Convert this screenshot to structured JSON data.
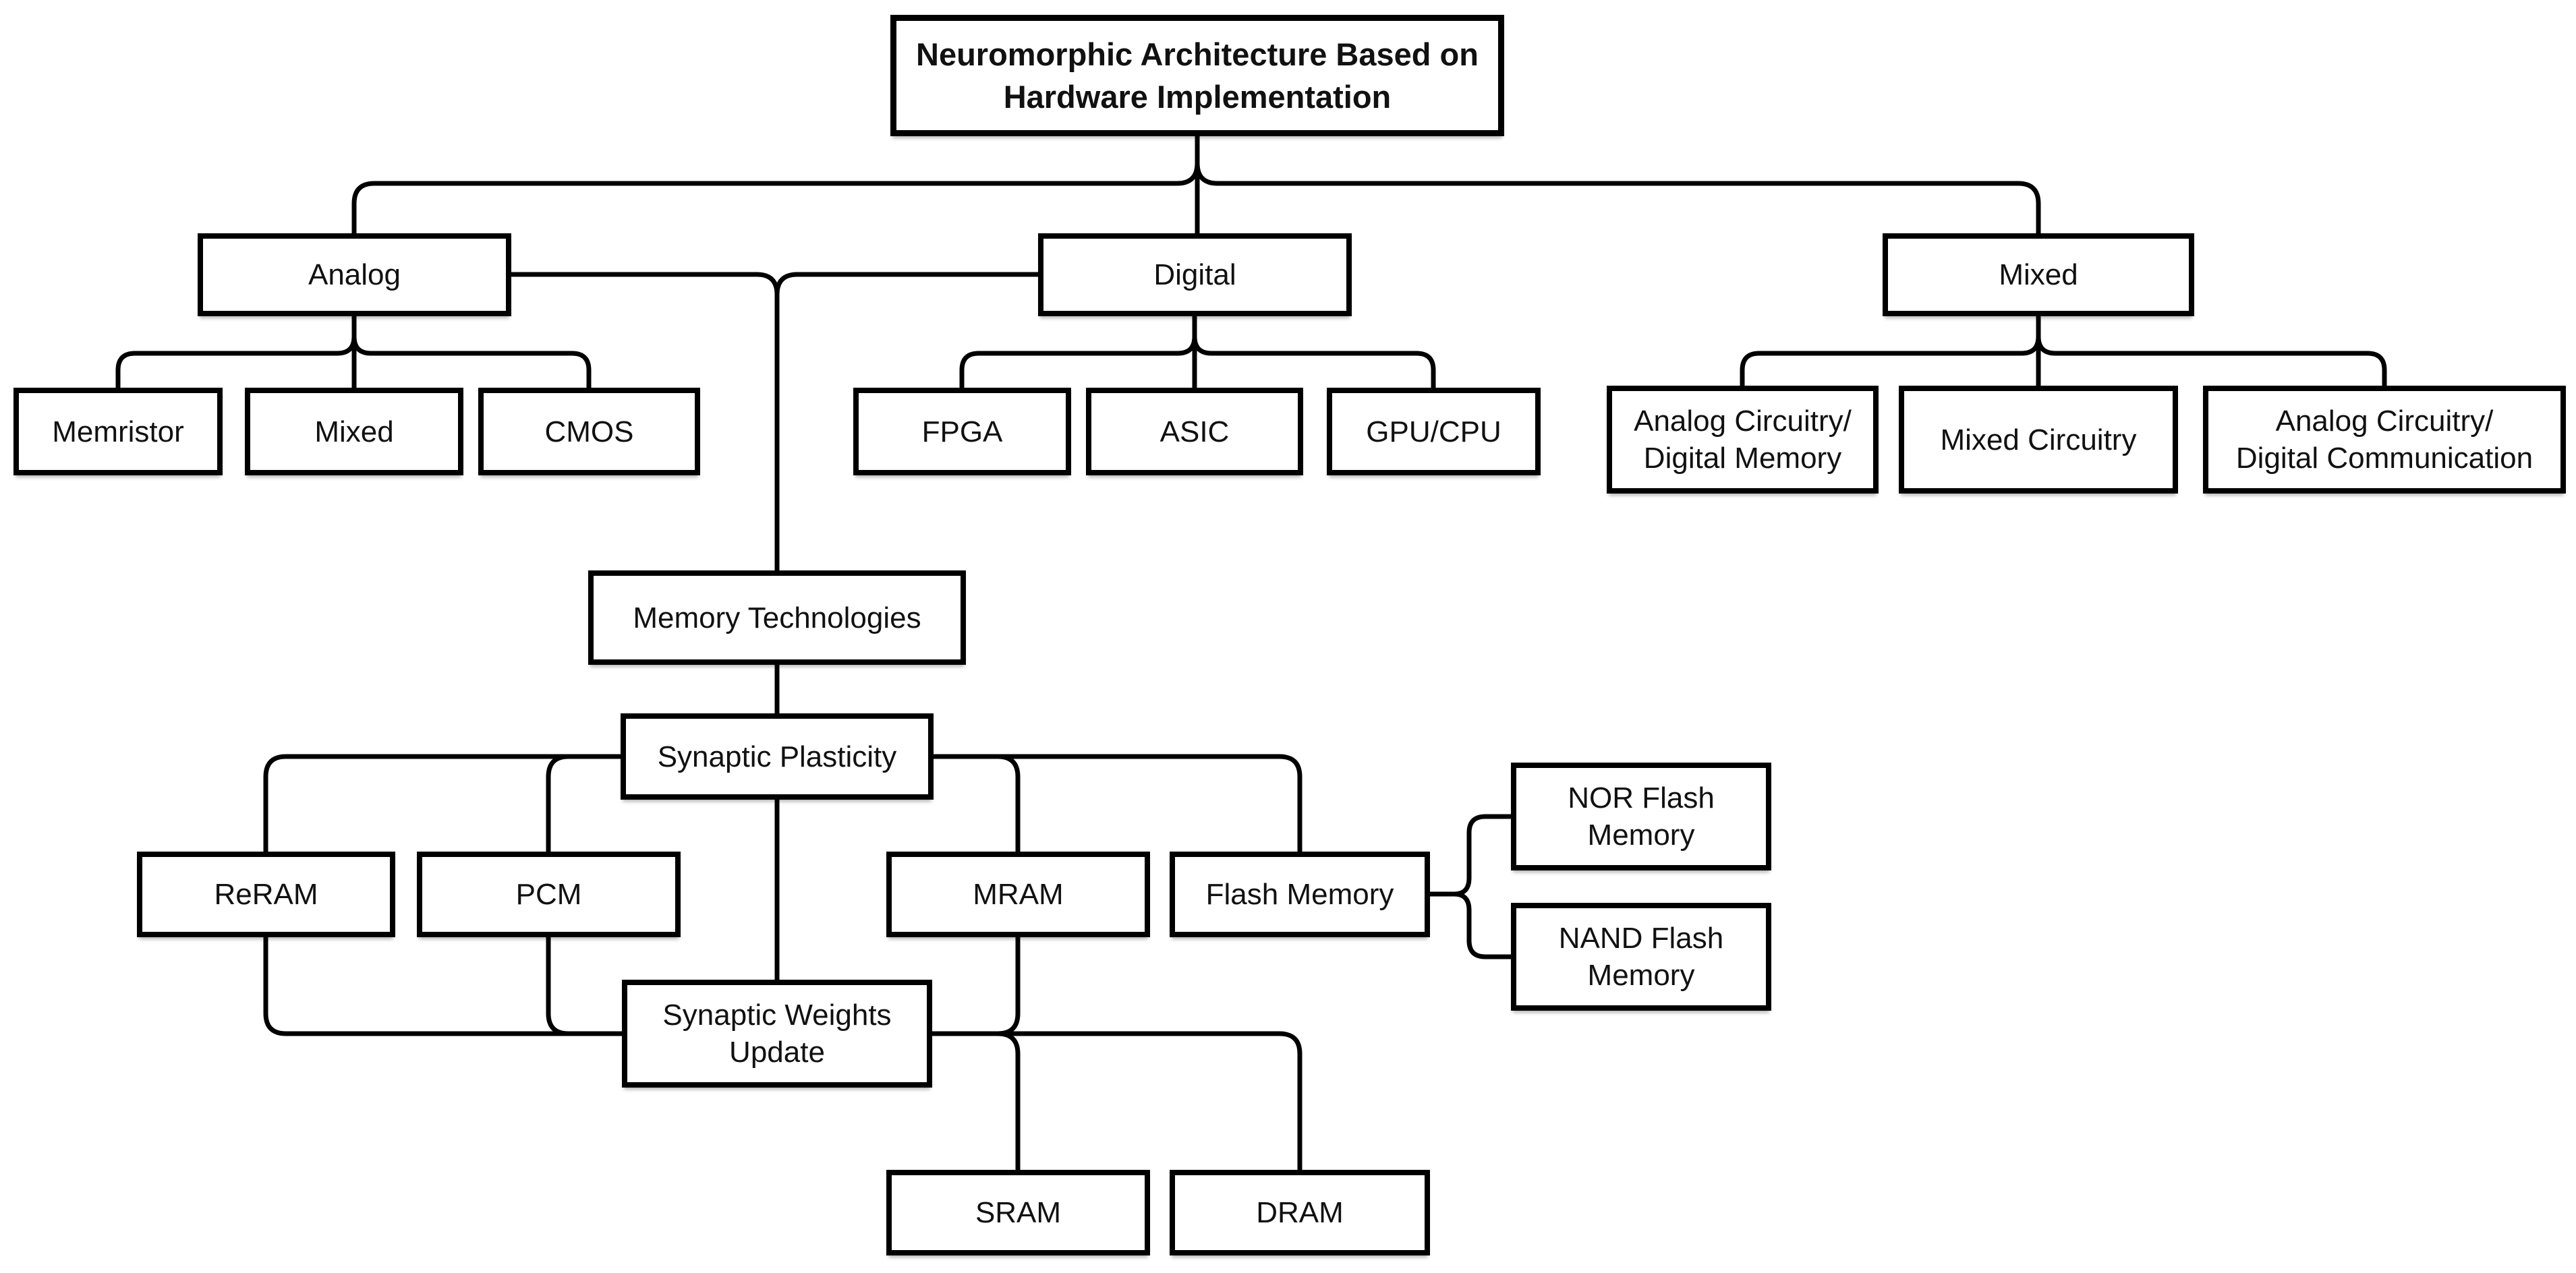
{
  "diagram": {
    "colors": {
      "background": "#ffffff",
      "line": "#000000",
      "text": "#111111"
    },
    "nodes": {
      "title": "Neuromorphic Architecture Based on\nHardware Implementation",
      "analog": "Analog",
      "digital": "Digital",
      "mixed": "Mixed",
      "memristor": "Memristor",
      "mixed_analog_child": "Mixed",
      "cmos": "CMOS",
      "fpga": "FPGA",
      "asic": "ASIC",
      "gpu_cpu": "GPU/CPU",
      "analog_circuitry_digital_memory": "Analog Circuitry/\nDigital Memory",
      "mixed_circuitry": "Mixed Circuitry",
      "analog_circuitry_digital_communication": "Analog Circuitry/\nDigital Communication",
      "memory_technologies": "Memory Technologies",
      "synaptic_plasticity": "Synaptic Plasticity",
      "reram": "ReRAM",
      "pcm": "PCM",
      "mram": "MRAM",
      "flash_memory": "Flash Memory",
      "nor_flash_memory": "NOR Flash\nMemory",
      "nand_flash_memory": "NAND Flash\nMemory",
      "synaptic_weights_update": "Synaptic Weights\nUpdate",
      "sram": "SRAM",
      "dram": "DRAM"
    }
  }
}
